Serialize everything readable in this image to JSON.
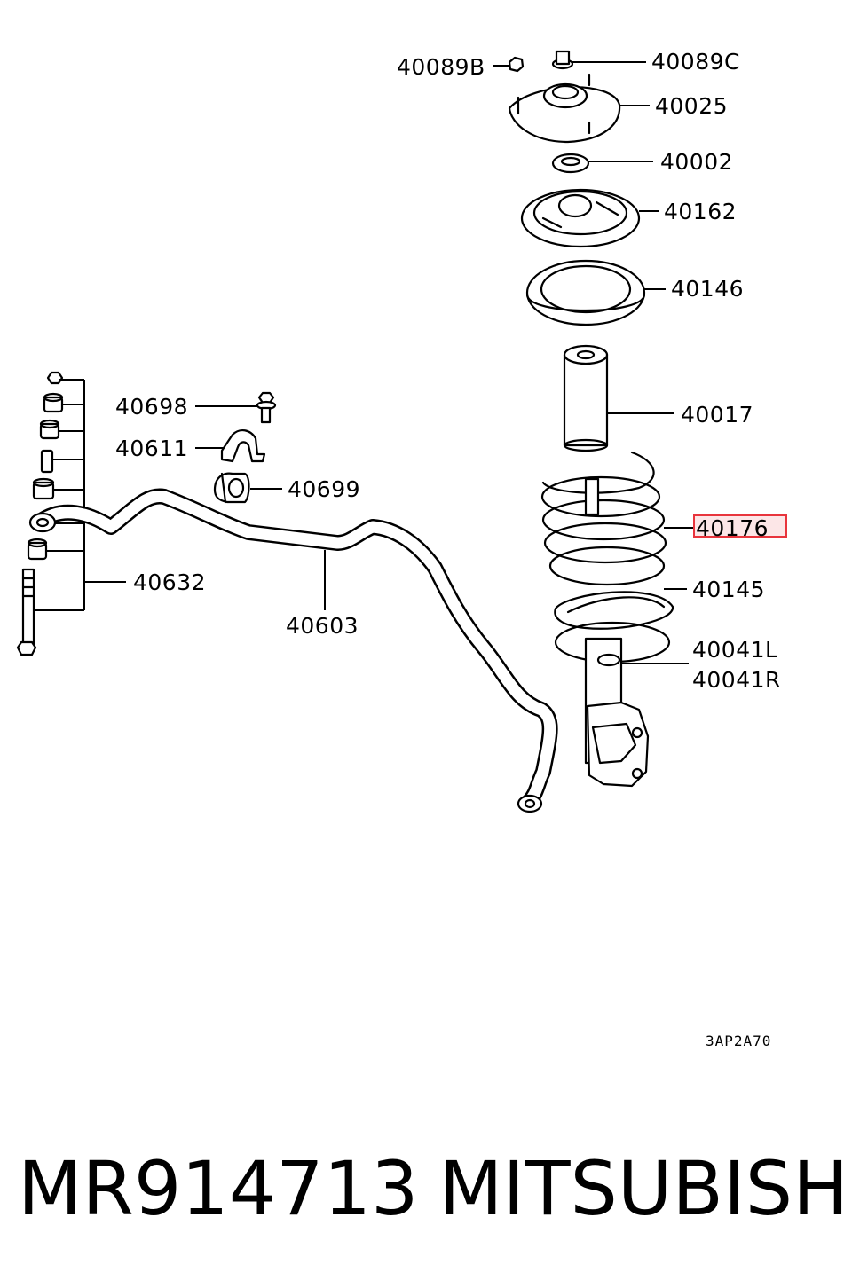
{
  "diagram": {
    "callouts": {
      "p40089B": "40089B",
      "p40089C": "40089C",
      "p40025": "40025",
      "p40002": "40002",
      "p40162": "40162",
      "p40146": "40146",
      "p40017": "40017",
      "p40176": "40176",
      "p40145": "40145",
      "p40041L": "40041L",
      "p40041R": "40041R",
      "p40698": "40698",
      "p40611": "40611",
      "p40699": "40699",
      "p40632": "40632",
      "p40603": "40603"
    },
    "highlighted_callout": "40176",
    "highlight_color": "#e8343c",
    "drawing_reference": "3AP2A70"
  },
  "footer": {
    "part_number": "MR914713",
    "brand": "MITSUBISHI"
  }
}
